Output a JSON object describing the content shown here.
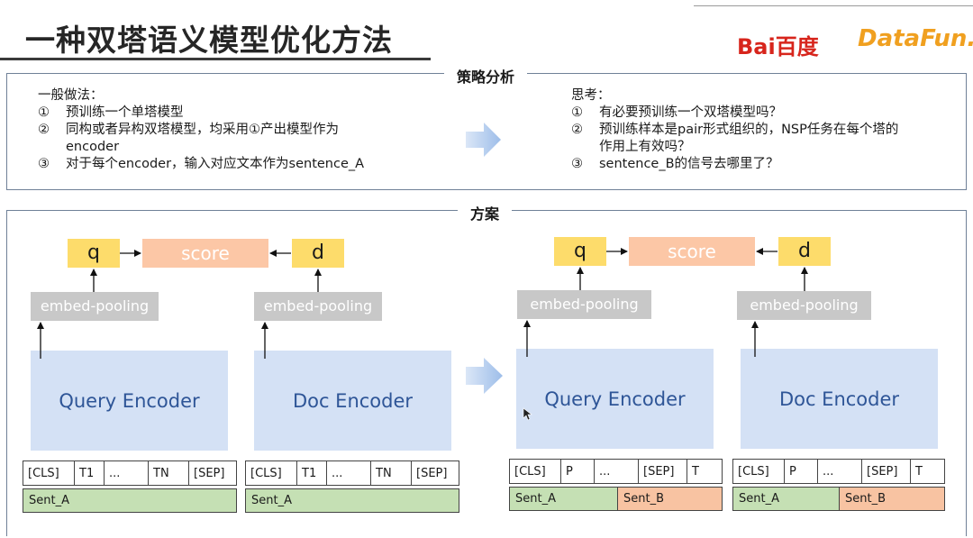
{
  "header": {
    "title": "一种双塔语义模型优化方法",
    "logo_baidu": "Bai百度",
    "logo_datafun": "DataFun."
  },
  "strategy": {
    "section_label": "策略分析",
    "left": {
      "heading": "一般做法：",
      "items": [
        {
          "num": "①",
          "lines": [
            "预训练一个单塔模型"
          ]
        },
        {
          "num": "②",
          "lines": [
            "同构或者异构双塔模型，均采用①产出模型作为",
            "encoder"
          ]
        },
        {
          "num": "③",
          "lines": [
            "对于每个encoder，输入对应文本作为sentence_A"
          ]
        }
      ]
    },
    "right": {
      "heading": "思考：",
      "items": [
        {
          "num": "①",
          "lines": [
            "有必要预训练一个双塔模型吗？"
          ]
        },
        {
          "num": "②",
          "lines": [
            "预训练样本是pair形式组织的，NSP任务在每个塔的",
            "作用上有效吗？"
          ]
        },
        {
          "num": "③",
          "lines": [
            "sentence_B的信号去哪里了？"
          ]
        }
      ]
    }
  },
  "solution": {
    "section_label": "方案",
    "left": {
      "q": "q",
      "score": "score",
      "d": "d",
      "embed_q": "embed-pooling",
      "embed_d": "embed-pooling",
      "query_encoder": "Query Encoder",
      "doc_encoder": "Doc Encoder",
      "query_tokens": [
        "[CLS]",
        "T1",
        "...",
        "TN",
        "[SEP]"
      ],
      "doc_tokens": [
        "[CLS]",
        "T1",
        "...",
        "TN",
        "[SEP]"
      ],
      "query_segment_a": "Sent_A",
      "doc_segment_a": "Sent_A"
    },
    "right": {
      "q": "q",
      "score": "score",
      "d": "d",
      "embed_q": "embed-pooling",
      "embed_d": "embed-pooling",
      "query_encoder": "Query Encoder",
      "doc_encoder": "Doc Encoder",
      "query_tokens": [
        "[CLS]",
        "P",
        "...",
        "[SEP]",
        "T"
      ],
      "doc_tokens": [
        "[CLS]",
        "P",
        "...",
        "[SEP]",
        "T"
      ],
      "query_segment_a": "Sent_A",
      "query_segment_b": "Sent_B",
      "doc_segment_a": "Sent_A",
      "doc_segment_b": "Sent_B"
    }
  },
  "colors": {
    "q_box": "#fddc6b",
    "score_box": "#fcc7a6",
    "embed_box": "#c8c8c8",
    "encoder_box": "#d4e1f5",
    "encoder_text": "#2e5597",
    "segment_a": "#c5e0b4",
    "segment_b": "#f8c3a2",
    "section_border": "#6f8198",
    "arrow_blue": "#a9c4ea"
  }
}
